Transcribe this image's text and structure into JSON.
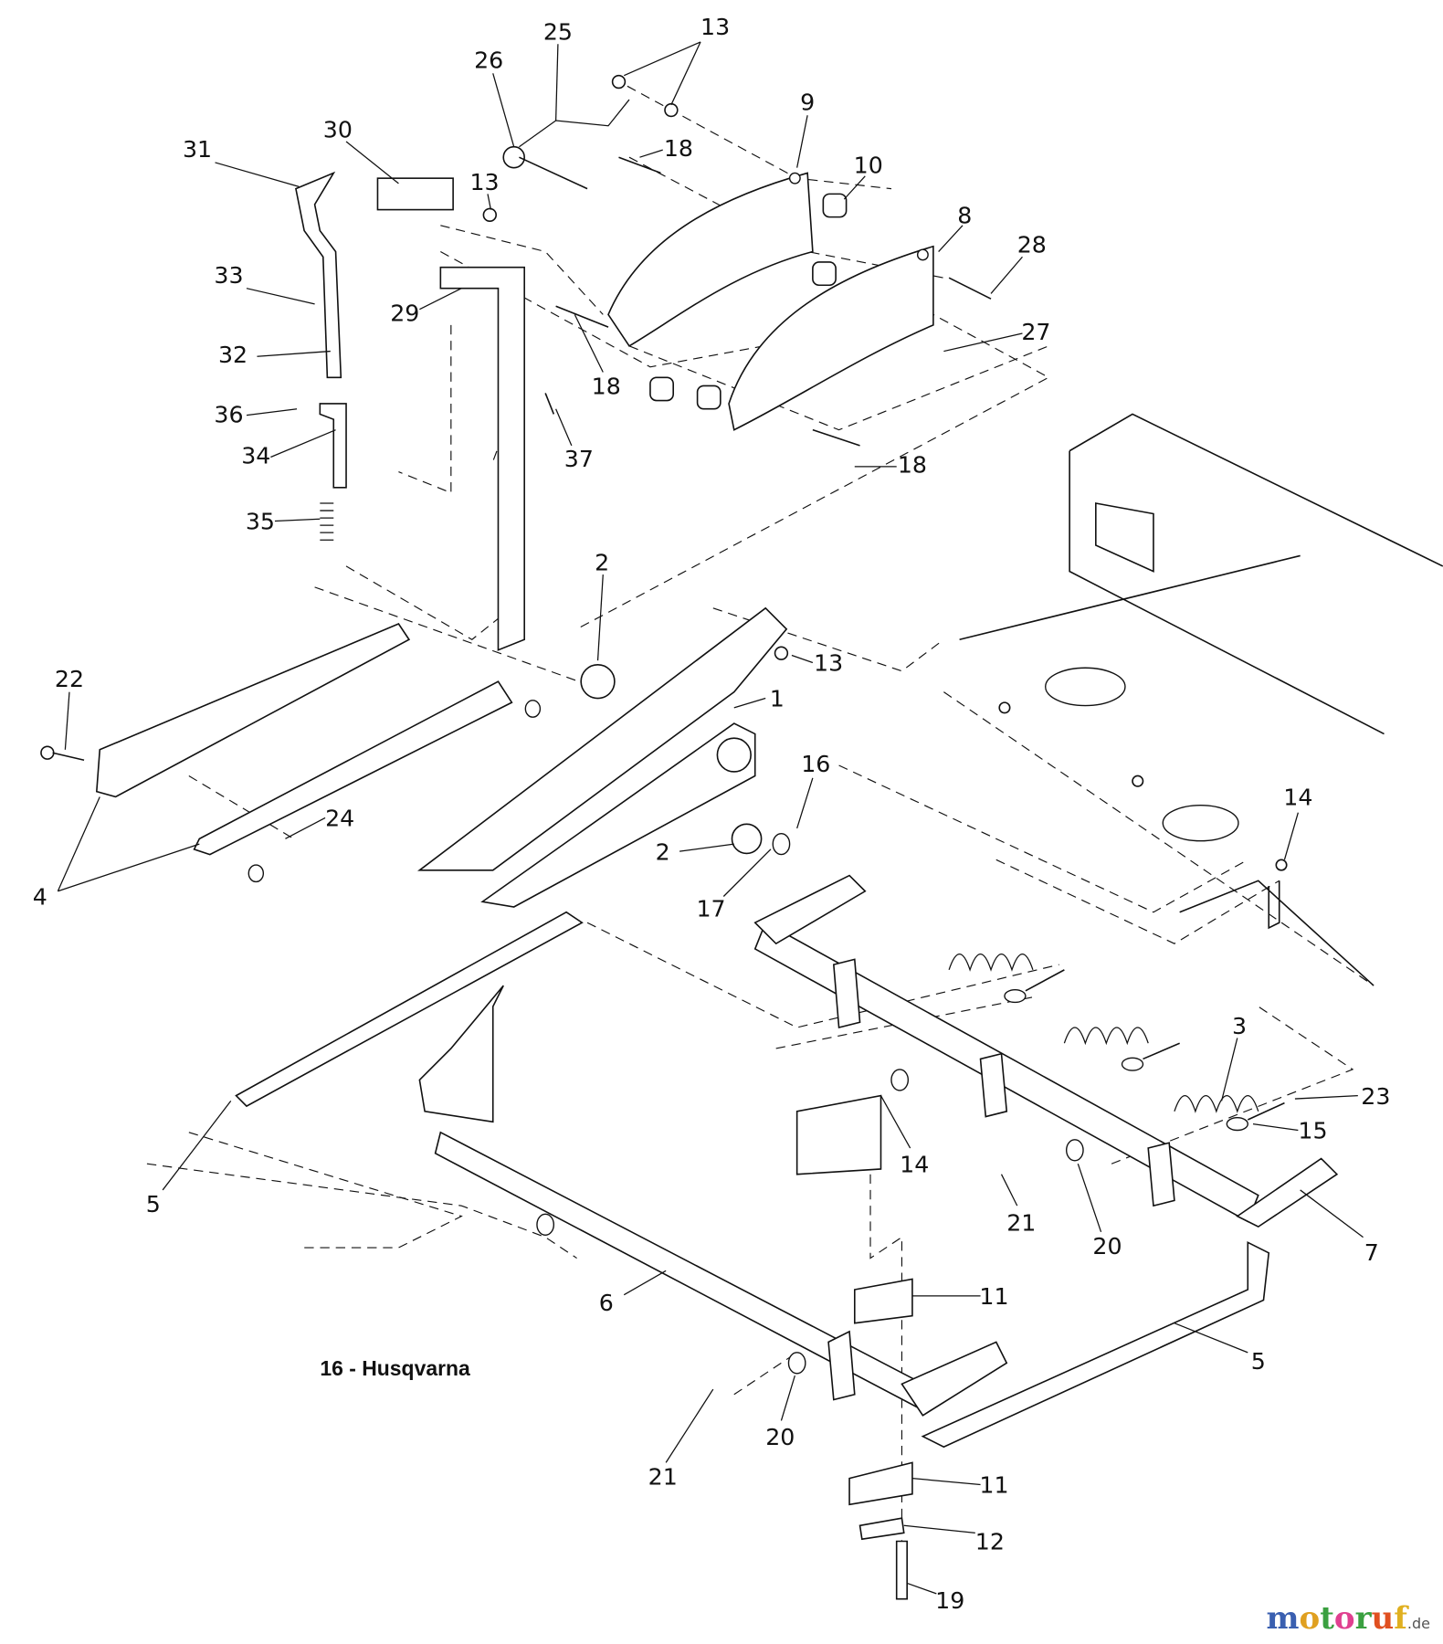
{
  "diagram": {
    "caption": "16 - Husqvarna",
    "callouts": [
      "13",
      "25",
      "26",
      "30",
      "31",
      "9",
      "18",
      "13",
      "10",
      "8",
      "28",
      "33",
      "29",
      "27",
      "32",
      "18",
      "36",
      "34",
      "37",
      "18",
      "35",
      "2",
      "13",
      "22",
      "1",
      "16",
      "14",
      "24",
      "2",
      "4",
      "17",
      "3",
      "23",
      "15",
      "14",
      "5",
      "21",
      "20",
      "7",
      "11",
      "6",
      "5",
      "20",
      "21",
      "11",
      "12",
      "19"
    ]
  },
  "watermark": {
    "text": "motoruf",
    "suffix": ".de",
    "letter_colors": [
      "#3a5fb0",
      "#e0a020",
      "#3aa040",
      "#e04090",
      "#3aa040",
      "#e05020",
      "#e0b020"
    ]
  }
}
